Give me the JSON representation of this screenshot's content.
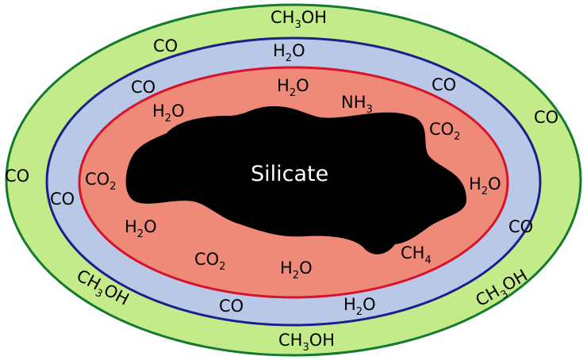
{
  "colors": {
    "outer_fill": "#c4eb89",
    "outer_stroke": "#137a2e",
    "middle_fill": "#b8c8e6",
    "middle_stroke": "#1a1f8c",
    "inner_fill": "#ef8a78",
    "inner_stroke": "#d8122a",
    "core_fill": "#000000",
    "core_text": "#ffffff"
  },
  "core": {
    "label": "Silicate"
  },
  "labels": {
    "ch3oh_top": {
      "a": "CH",
      "sub": "3",
      "b": "OH"
    },
    "co_outer_tl": {
      "a": "CO"
    },
    "h2o_mid_top": {
      "a": "H",
      "sub": "2",
      "b": "O"
    },
    "co_mid_tl": {
      "a": "CO"
    },
    "h2o_inner_top": {
      "a": "H",
      "sub": "2",
      "b": "O"
    },
    "co_mid_tr": {
      "a": "CO"
    },
    "nh3_inner": {
      "a": "NH",
      "sub": "3"
    },
    "h2o_inner_tl": {
      "a": "H",
      "sub": "2",
      "b": "O"
    },
    "co_outer_right": {
      "a": "CO"
    },
    "co2_inner_right": {
      "a": "CO",
      "sub": "2"
    },
    "co_outer_left": {
      "a": "CO"
    },
    "co2_inner_left": {
      "a": "CO",
      "sub": "2"
    },
    "co_mid_left": {
      "a": "CO"
    },
    "h2o_inner_right": {
      "a": "H",
      "sub": "2",
      "b": "O"
    },
    "h2o_inner_bl": {
      "a": "H",
      "sub": "2",
      "b": "O"
    },
    "co_mid_right": {
      "a": "CO"
    },
    "co2_inner_bottom": {
      "a": "CO",
      "sub": "2"
    },
    "ch4_inner": {
      "a": "CH",
      "sub": "4"
    },
    "h2o_inner_bottom": {
      "a": "H",
      "sub": "2",
      "b": "O"
    },
    "ch3oh_bl": {
      "a": "CH",
      "sub": "3",
      "b": "OH"
    },
    "ch3oh_br": {
      "a": "CH",
      "sub": "3",
      "b": "OH"
    },
    "co_mid_bottom": {
      "a": "CO"
    },
    "h2o_mid_bottom": {
      "a": "H",
      "sub": "2",
      "b": "O"
    },
    "ch3oh_bottom": {
      "a": "CH",
      "sub": "3",
      "b": "OH"
    }
  }
}
